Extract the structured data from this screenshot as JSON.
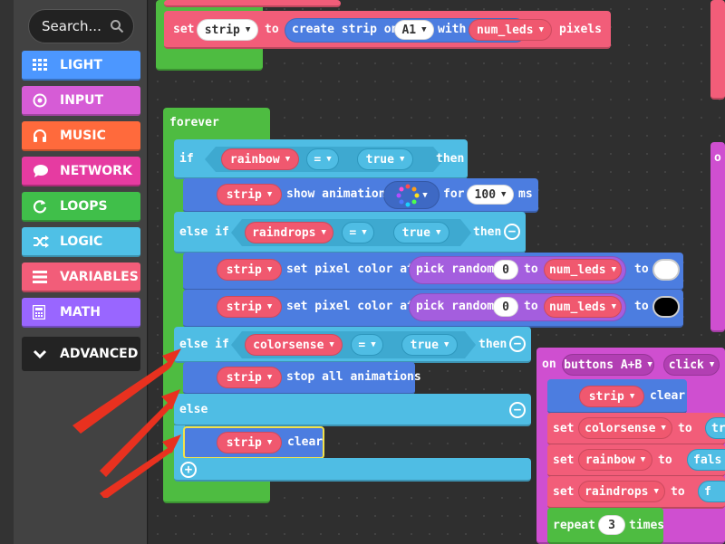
{
  "toolbox": {
    "search_placeholder": "Search...",
    "categories": [
      {
        "label": "LIGHT",
        "color": "#4c97ff",
        "icon": "grid-icon"
      },
      {
        "label": "INPUT",
        "color": "#d65cd6",
        "icon": "target-icon"
      },
      {
        "label": "MUSIC",
        "color": "#ff6a3c",
        "icon": "headphones-icon"
      },
      {
        "label": "NETWORK",
        "color": "#e63ba1",
        "icon": "chat-icon"
      },
      {
        "label": "LOOPS",
        "color": "#40bf4a",
        "icon": "loop-icon"
      },
      {
        "label": "LOGIC",
        "color": "#4fc0e6",
        "icon": "shuffle-icon"
      },
      {
        "label": "VARIABLES",
        "color": "#f25d79",
        "icon": "list-icon"
      },
      {
        "label": "MATH",
        "color": "#9966ff",
        "icon": "calculator-icon"
      }
    ],
    "advanced_label": "ADVANCED"
  },
  "top_block": {
    "set": "set",
    "var": "strip",
    "to": "to",
    "create": "create strip on",
    "pin": "A1",
    "with": "with",
    "num": "num_leds",
    "pixels": "pixels"
  },
  "forever": {
    "label": "forever",
    "if": "if",
    "cond1_var": "rainbow",
    "eq": "=",
    "true": "true",
    "then": "then",
    "strip": "strip",
    "show_animation": "show animation",
    "for": "for",
    "ms_value": "100",
    "ms": "ms",
    "else_if": "else if",
    "cond2_var": "raindrops",
    "set_pixel_color_at": "set pixel color at",
    "pick_random": "pick random",
    "zero": "0",
    "to": "to",
    "num_leds": "num_leds",
    "cond3_var": "colorsense",
    "stop_all": "stop all animations",
    "else": "else",
    "clear": "clear",
    "colors": {
      "white": "#ffffff",
      "black": "#000000"
    }
  },
  "buttons_block": {
    "on": "on",
    "buttons": "buttons A+B",
    "click": "click",
    "strip": "strip",
    "clear": "clear",
    "set": "set",
    "to": "to",
    "var1": "colorsense",
    "val1": "tr",
    "var2": "rainbow",
    "val2": "fals",
    "var3": "raindrops",
    "val3": "f",
    "repeat": "repeat",
    "repeat_count": "3",
    "times": "times"
  },
  "right_partial": {
    "label": "o"
  }
}
